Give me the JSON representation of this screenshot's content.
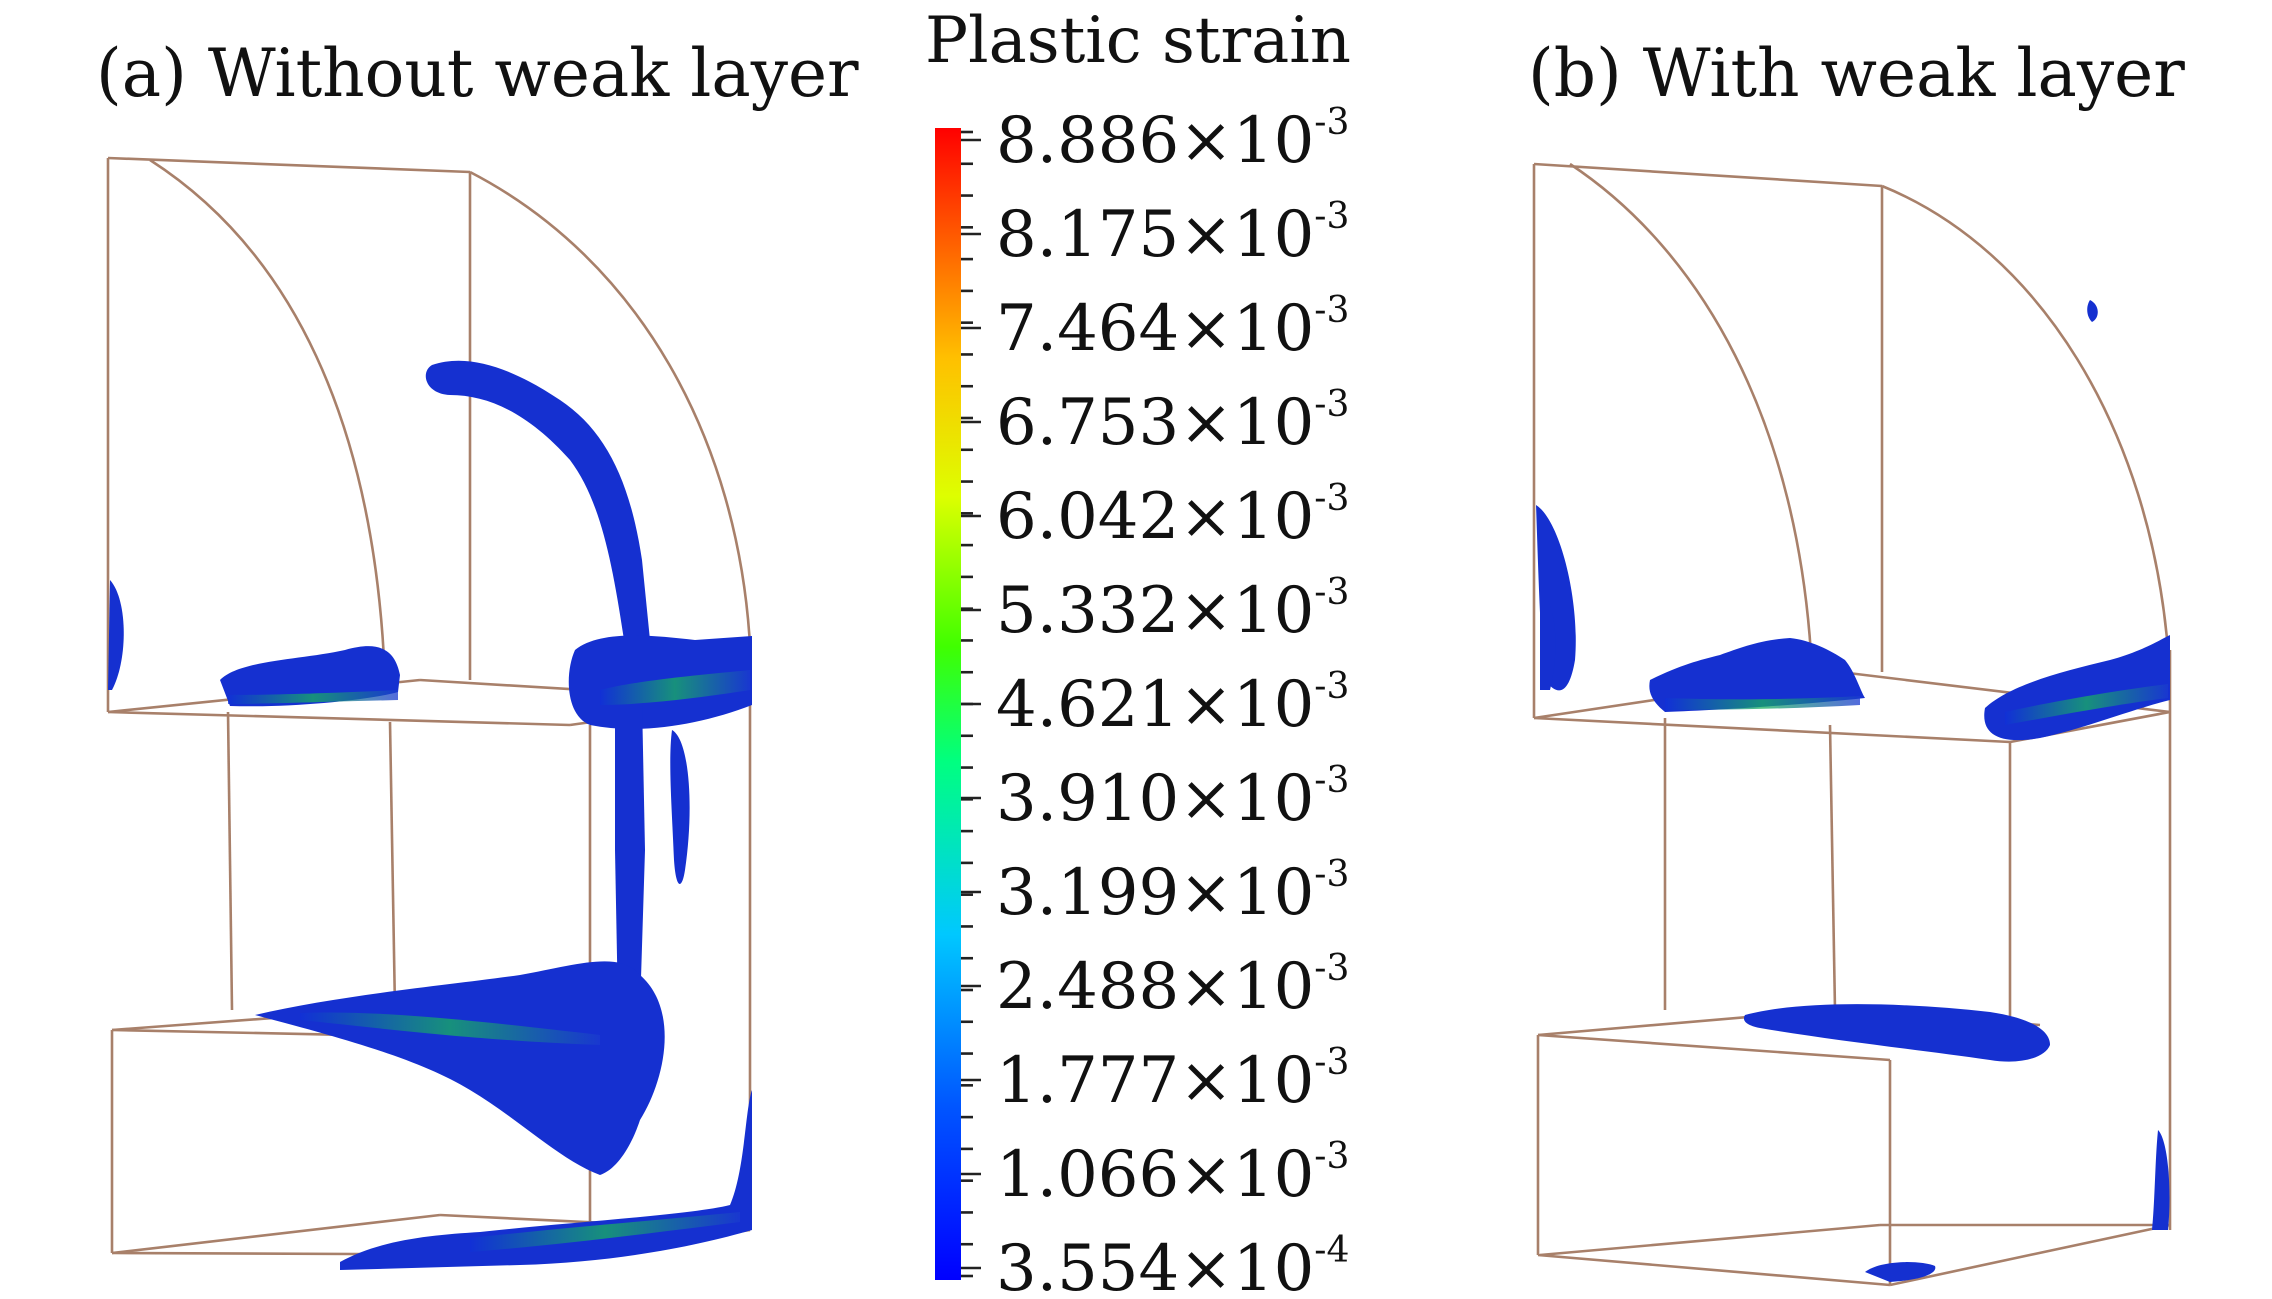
{
  "panels": {
    "a": {
      "title": "(a) Without weak layer"
    },
    "b": {
      "title": "(b) With weak layer"
    }
  },
  "colorbar": {
    "title": "Plastic strain",
    "labels": [
      {
        "mant": "8.886",
        "times": "×10",
        "exp": "-3"
      },
      {
        "mant": "8.175",
        "times": "×10",
        "exp": "-3"
      },
      {
        "mant": "7.464",
        "times": "×10",
        "exp": "-3"
      },
      {
        "mant": "6.753",
        "times": "×10",
        "exp": "-3"
      },
      {
        "mant": "6.042",
        "times": "×10",
        "exp": "-3"
      },
      {
        "mant": "5.332",
        "times": "×10",
        "exp": "-3"
      },
      {
        "mant": "4.621",
        "times": "×10",
        "exp": "-3"
      },
      {
        "mant": "3.910",
        "times": "×10",
        "exp": "-3"
      },
      {
        "mant": "3.199",
        "times": "×10",
        "exp": "-3"
      },
      {
        "mant": "2.488",
        "times": "×10",
        "exp": "-3"
      },
      {
        "mant": "1.777",
        "times": "×10",
        "exp": "-3"
      },
      {
        "mant": "1.066",
        "times": "×10",
        "exp": "-3"
      },
      {
        "mant": "3.554",
        "times": "×10",
        "exp": "-4"
      }
    ],
    "colors": [
      "#0000ff",
      "#0066ff",
      "#00ccff",
      "#00ff66",
      "#ccff00",
      "#ffcc00",
      "#ff6600",
      "#ff0000"
    ]
  }
}
